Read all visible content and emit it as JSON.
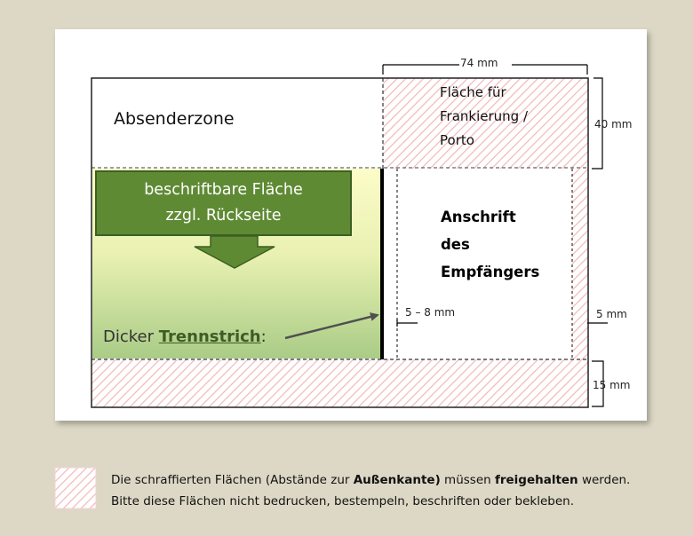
{
  "zones": {
    "sender": "Absenderzone",
    "franking_lines": [
      "Fläche für",
      "Frankierung /",
      "Porto"
    ],
    "writable_lines": [
      "beschriftbare Fläche",
      "zzgl. Rückseite"
    ],
    "address_lines": [
      "Anschrift",
      "des",
      "Empfängers"
    ]
  },
  "divider": {
    "prefix": "Dicker ",
    "word": "Trennstrich",
    "suffix": ":"
  },
  "dimensions": {
    "top_width": "74 mm",
    "top_height": "40 mm",
    "gap": "5 – 8 mm",
    "right_margin": "5 mm",
    "bottom_margin": "15 mm"
  },
  "legend": {
    "line1_a": "Die schraffierten Flächen (Abstände zur ",
    "line1_b": "Außenkante)",
    "line1_c": " müssen ",
    "line1_d": "freigehalten",
    "line1_e": " werden.",
    "line2": "Bitte diese Flächen nicht bedrucken, bestempeln, beschriften oder bekleben."
  },
  "colors": {
    "hatch": "#f2b8b8",
    "box_green": "#5f8a34",
    "gradient_top": "#fcfcc8",
    "gradient_bottom": "#a9cc86",
    "background": "#ddd8c5"
  }
}
